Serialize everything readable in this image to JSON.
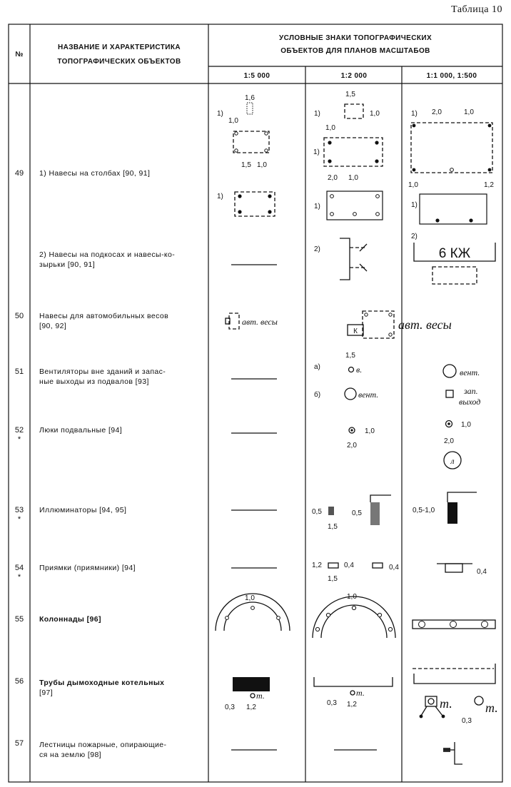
{
  "caption": "Таблица 10",
  "header": {
    "num": "№",
    "name_line1": "НАЗВАНИЕ И ХАРАКТЕРИСТИКА",
    "name_line2": "ТОПОГРАФИЧЕСКИХ ОБЪЕКТОВ",
    "signs_line1": "УСЛОВНЫЕ ЗНАКИ ТОПОГРАФИЧЕСКИХ",
    "signs_line2": "ОБЪЕКТОВ ДЛЯ ПЛАНОВ МАСШТАБОВ",
    "scale_5000": "1:5 000",
    "scale_2000": "1:2 000",
    "scale_1000": "1:1 000, 1:500"
  },
  "rows": [
    {
      "num": "49",
      "name": [
        "1)  Навесы  на  столбах  [90, 91]"
      ]
    },
    {
      "num": "",
      "name": [
        "2) Навесы на подкосах и навесы-ко-",
        "зырьки  [90, 91]"
      ]
    },
    {
      "num": "50",
      "name": [
        "Навесы  для  автомобильных  весов",
        "[90, 92]"
      ]
    },
    {
      "num": "51",
      "name": [
        "Вентиляторы  вне  зданий  и  запас-",
        "ные выходы из подвалов  [93]"
      ]
    },
    {
      "num": "52",
      "mark": "*",
      "name": [
        "Люки  подвальные  [94]"
      ]
    },
    {
      "num": "53",
      "mark": "*",
      "name": [
        "Иллюминаторы  [94, 95]"
      ]
    },
    {
      "num": "54",
      "mark": "*",
      "name": [
        "Приямки  (приямники)  [94]"
      ]
    },
    {
      "num": "55",
      "name": [
        "Колоннады  [96]"
      ]
    },
    {
      "num": "56",
      "name": [
        "Трубы  дымоходные  котельных",
        "[97]"
      ]
    },
    {
      "num": "57",
      "name": [
        "Лестницы  пожарные,  опирающие-",
        "ся  на  землю  [98]"
      ]
    }
  ],
  "symbols": {
    "item_1": "1)",
    "item_2": "2)",
    "item_a": "а)",
    "item_b": "б)",
    "d_1_6": "1,6",
    "d_1_5": "1,5",
    "d_1_0": "1,0",
    "d_2_0": "2,0",
    "d_1_2": "1,2",
    "d_0_5": "0,5",
    "d_0_3": "0,3",
    "d_0_4": "0,4",
    "d_0_5_1_0": "0,5-1,0",
    "label_6kzh": "6 КЖ",
    "label_k": "К",
    "label_avt_vesy": "авт. весы",
    "label_v": "в.",
    "label_vent": "вент.",
    "label_zap": "зап.",
    "label_vykhod": "выход",
    "label_l": "л",
    "label_t": "т."
  }
}
